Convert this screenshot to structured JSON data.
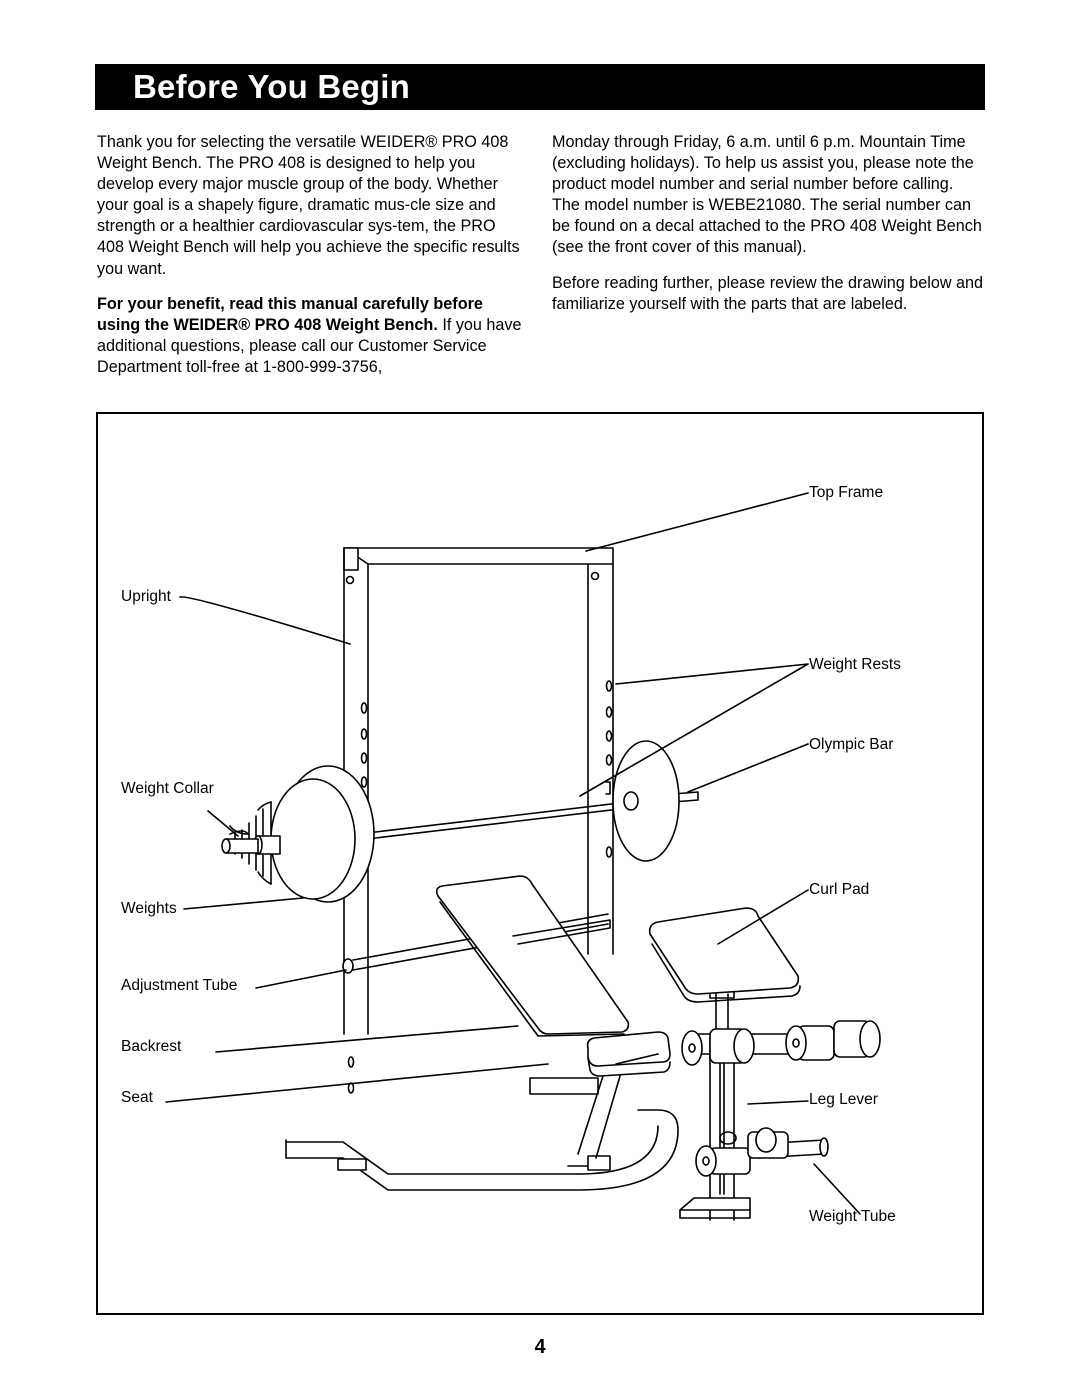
{
  "header": {
    "title": "Before You Begin"
  },
  "intro": {
    "p1": "Thank you for selecting the versatile WEIDER® PRO 408 Weight Bench. The PRO 408 is designed to help you develop every major muscle group of the body. Whether your goal is a shapely figure, dramatic mus-cle size and strength or a healthier cardiovascular sys-tem, the PRO 408 Weight Bench will help you achieve the specific results you want.",
    "p2_bold": "For your benefit, read this manual carefully before using the WEIDER® PRO 408 Weight Bench.",
    "p2_rest": " If you have additional questions, please call our Customer Service Department toll-free at 1-800-999-3756,",
    "p3": "Monday through Friday, 6 a.m. until 6 p.m. Mountain Time (excluding holidays). To help us assist you, please note the product model number and serial number before calling. The model number is WEBE21080. The serial number can be found on a decal attached to the PRO 408 Weight Bench (see the front cover of this manual).",
    "p4": "Before reading further, please review the drawing below and familiarize yourself with the parts that are labeled."
  },
  "figure": {
    "labels": {
      "top_frame": "Top Frame",
      "upright": "Upright",
      "weight_rests": "Weight Rests",
      "olympic_bar": "Olympic Bar",
      "weight_collar": "Weight Collar",
      "curl_pad": "Curl Pad",
      "weights": "Weights",
      "adjustment_tube": "Adjustment Tube",
      "backrest": "Backrest",
      "seat": "Seat",
      "leg_lever": "Leg Lever",
      "weight_tube": "Weight Tube"
    }
  },
  "page_number": "4"
}
